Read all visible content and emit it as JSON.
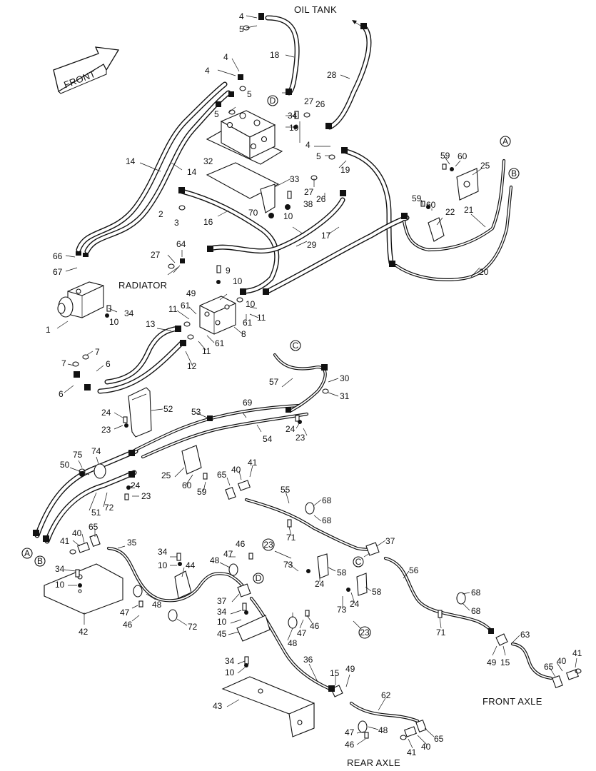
{
  "labels": {
    "oil_tank": "OIL TANK",
    "front": "FRONT",
    "radiator": "RADIATOR",
    "front_axle": "FRONT AXLE",
    "rear_axle": "REAR AXLE"
  },
  "connectors": {
    "a": "A",
    "b": "B",
    "c": "C",
    "d": "D",
    "n23": "23"
  },
  "callouts": {
    "n1": "1",
    "n2": "2",
    "n3": "3",
    "n4": "4",
    "n5": "5",
    "n6": "6",
    "n7": "7",
    "n8": "8",
    "n9": "9",
    "n10": "10",
    "n11": "11",
    "n12": "12",
    "n13": "13",
    "n14": "14",
    "n15": "15",
    "n16": "16",
    "n17": "17",
    "n18": "18",
    "n19": "19",
    "n20": "20",
    "n21": "21",
    "n22": "22",
    "n23": "23",
    "n24": "24",
    "n25": "25",
    "n26": "26",
    "n27": "27",
    "n28": "28",
    "n29": "29",
    "n30": "30",
    "n31": "31",
    "n32": "32",
    "n33": "33",
    "n34": "34",
    "n35": "35",
    "n36": "36",
    "n37": "37",
    "n38": "38",
    "n40": "40",
    "n41": "41",
    "n42": "42",
    "n43": "43",
    "n44": "44",
    "n45": "45",
    "n46": "46",
    "n47": "47",
    "n48": "48",
    "n49": "49",
    "n50": "50",
    "n51": "51",
    "n52": "52",
    "n53": "53",
    "n54": "54",
    "n55": "55",
    "n56": "56",
    "n57": "57",
    "n58": "58",
    "n59": "59",
    "n60": "60",
    "n61": "61",
    "n62": "62",
    "n63": "63",
    "n64": "64",
    "n65": "65",
    "n66": "66",
    "n67": "67",
    "n68": "68",
    "n69": "69",
    "n70": "70",
    "n71": "71",
    "n72": "72",
    "n73": "73",
    "n74": "74",
    "n75": "75"
  }
}
